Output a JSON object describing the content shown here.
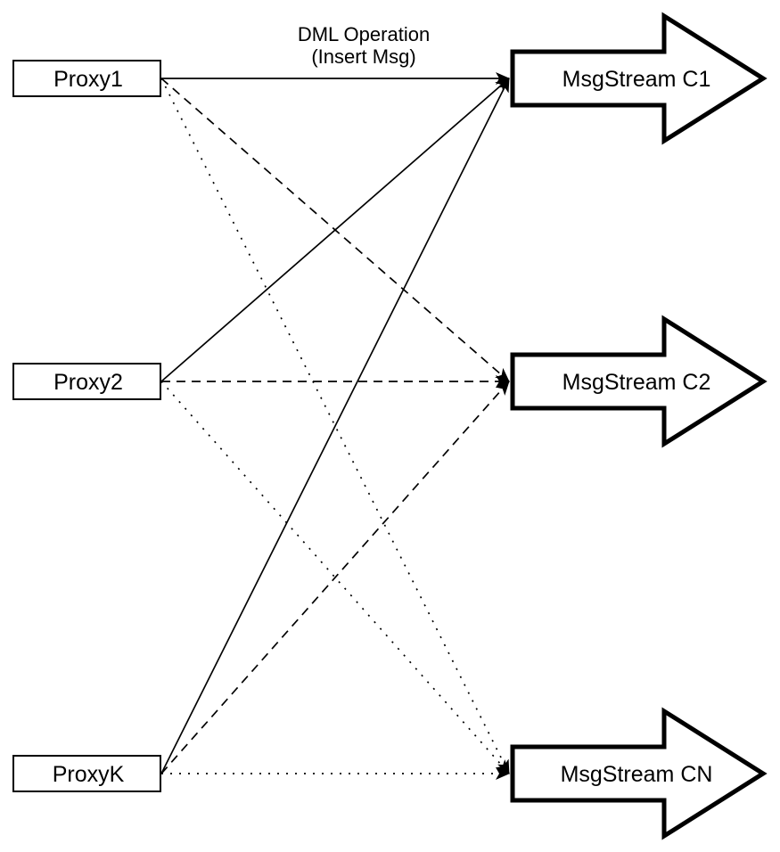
{
  "label": {
    "line1": "DML Operation",
    "line2": "(Insert Msg)"
  },
  "proxies": [
    {
      "id": "proxy1",
      "label": "Proxy1"
    },
    {
      "id": "proxy2",
      "label": "Proxy2"
    },
    {
      "id": "proxyk",
      "label": "ProxyK"
    }
  ],
  "streams": [
    {
      "id": "c1",
      "label": "MsgStream C1"
    },
    {
      "id": "c2",
      "label": "MsgStream C2"
    },
    {
      "id": "cn",
      "label": "MsgStream CN"
    }
  ],
  "edges": [
    {
      "from": "proxy1",
      "to": "c1",
      "style": "solid"
    },
    {
      "from": "proxy1",
      "to": "c2",
      "style": "dashed"
    },
    {
      "from": "proxy1",
      "to": "cn",
      "style": "dotted"
    },
    {
      "from": "proxy2",
      "to": "c1",
      "style": "solid"
    },
    {
      "from": "proxy2",
      "to": "c2",
      "style": "dashed"
    },
    {
      "from": "proxy2",
      "to": "cn",
      "style": "dotted"
    },
    {
      "from": "proxyk",
      "to": "c1",
      "style": "solid"
    },
    {
      "from": "proxyk",
      "to": "c2",
      "style": "dashed"
    },
    {
      "from": "proxyk",
      "to": "cn",
      "style": "dotted"
    }
  ],
  "colors": {
    "stroke": "#000000",
    "fill": "#ffffff",
    "background": "#ffffff"
  }
}
